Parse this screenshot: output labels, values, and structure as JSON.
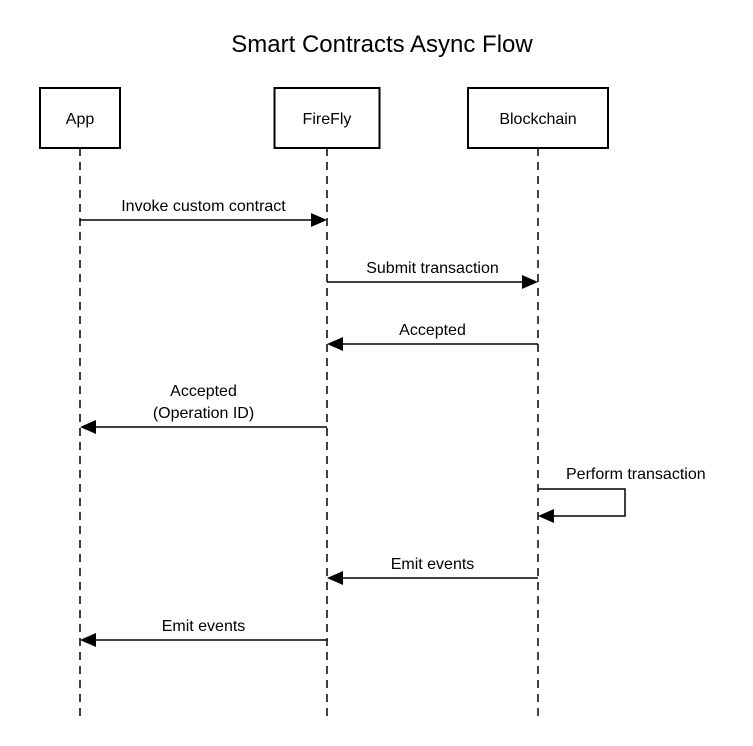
{
  "diagram": {
    "title": "Smart Contracts Async Flow",
    "participants": [
      {
        "id": "app",
        "label": "App"
      },
      {
        "id": "firefly",
        "label": "FireFly"
      },
      {
        "id": "blockchain",
        "label": "Blockchain"
      }
    ],
    "messages": [
      {
        "from": "app",
        "to": "firefly",
        "lines": [
          "Invoke custom contract"
        ]
      },
      {
        "from": "firefly",
        "to": "blockchain",
        "lines": [
          "Submit transaction"
        ]
      },
      {
        "from": "blockchain",
        "to": "firefly",
        "lines": [
          "Accepted"
        ]
      },
      {
        "from": "firefly",
        "to": "app",
        "lines": [
          "Accepted",
          "(Operation ID)"
        ]
      },
      {
        "from": "blockchain",
        "to": "blockchain",
        "self": true,
        "lines": [
          "Perform transaction"
        ]
      },
      {
        "from": "blockchain",
        "to": "firefly",
        "lines": [
          "Emit events"
        ]
      },
      {
        "from": "firefly",
        "to": "app",
        "lines": [
          "Emit events"
        ]
      }
    ],
    "colors": {
      "stroke": "#000000",
      "background": "#ffffff",
      "text": "#000000"
    }
  }
}
